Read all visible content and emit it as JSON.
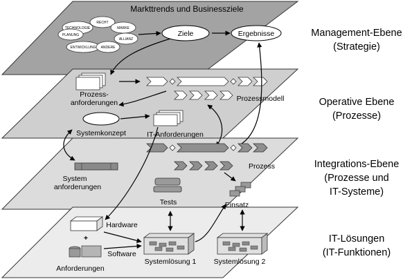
{
  "layers": [
    {
      "name": "Management-Ebene",
      "sub": "(Strategie)",
      "fill": "#a3a3a3"
    },
    {
      "name": "Operative Ebene",
      "sub": "(Prozesse)",
      "fill": "#cfcfcf"
    },
    {
      "name": "Integrations-Ebene",
      "sub": "(Prozesse und",
      "sub2": "IT-Systeme)",
      "fill": "#dcdcdc"
    },
    {
      "name": "IT-Lösungen",
      "sub": "(IT-Funktionen)",
      "fill": "#ececec"
    }
  ],
  "top": {
    "title": "Markttrends und Businessziele",
    "cloud": [
      "TECHNOLOGIE",
      "RECHT",
      "MARKE",
      "PLANUNG",
      "ALLIANZ",
      "ENTWICKLUNG",
      "ANDERE"
    ],
    "ziele": "Ziele",
    "ergebnisse": "Ergebnisse"
  },
  "operative": {
    "prozessanforderungen_1": "Prozess-",
    "prozessanforderungen_2": "anforderungen",
    "prozessmodell": "Prozessmodell",
    "systemkonzept": "Systemkonzept",
    "it_anforderungen": "IT-Anforderungen"
  },
  "integration": {
    "system_anf_1": "System",
    "system_anf_2": "anforderungen",
    "prozess": "Prozess",
    "tests": "Tests",
    "einsatz": "Einsatz"
  },
  "it": {
    "hardware": "Hardware",
    "plus": "+",
    "software": "Software",
    "anforderungen": "Anforderungen",
    "systemloesung1": "Systemlösung 1",
    "systemloesung2": "Systemlösung 2"
  }
}
